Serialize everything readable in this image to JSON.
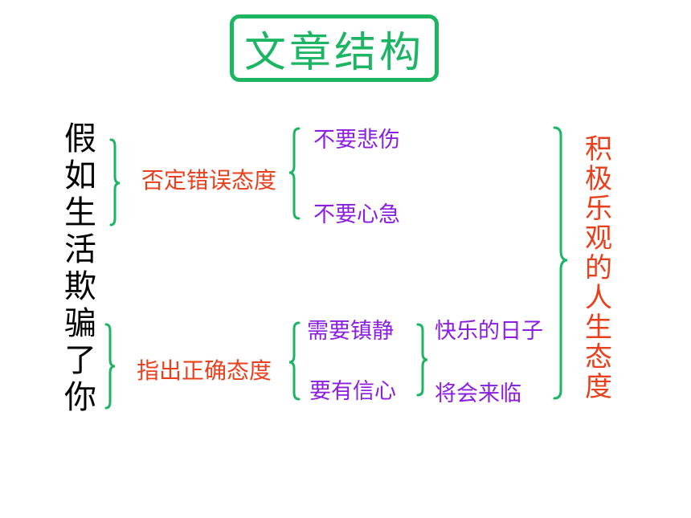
{
  "title": "文章结构",
  "left_vertical": [
    "假",
    "如",
    "生",
    "活",
    "欺",
    "骗",
    "了",
    "你"
  ],
  "branch_1": {
    "label": "否定错误态度",
    "items": [
      "不要悲伤",
      "不要心急"
    ]
  },
  "branch_2": {
    "label": "指出正确态度",
    "items": [
      "需要镇静",
      "要有信心"
    ],
    "result": [
      "快乐的日子",
      "将会来临"
    ]
  },
  "right_vertical": [
    "积",
    "极",
    "乐",
    "观",
    "的",
    "人",
    "生",
    "态",
    "度"
  ],
  "colors": {
    "brace": "#1bb564",
    "title": "#1bb564",
    "orange_text": "#e8401c",
    "purple_text": "#8b1ee0"
  }
}
